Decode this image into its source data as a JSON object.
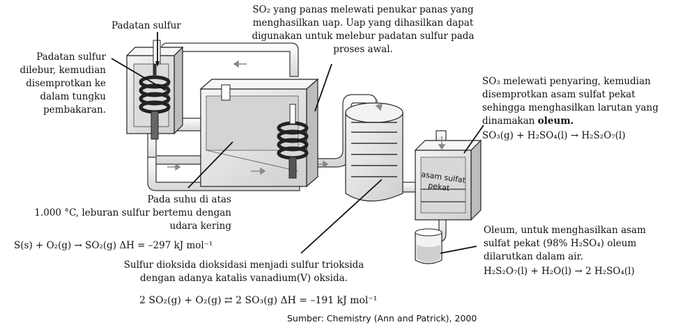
{
  "labels": {
    "solid_sulfur": "Padatan sulfur",
    "melt_note": [
      "Padatan sulfur",
      "dilebur, kemudian",
      "disemprotkan ke",
      "dalam tungku",
      "pembakaran."
    ],
    "so2_note": [
      "SO₂ yang panas melewati penukar panas yang",
      "menghasilkan uap. Uap yang dihasilkan dapat",
      "digunakan untuk melebur padatan sulfur pada",
      "proses awal."
    ],
    "so3_note": [
      "SO₃ melewati penyaring, kemudian",
      "disemprotkan asam sulfat pekat",
      "sehingga menghasilkan larutan yang",
      "dinamakan oleum."
    ],
    "eq_oleum": "SO₃(g) + H₂SO₄(l) → H₂S₂O₇(l)",
    "dry_air_note": [
      "Pada suhu di atas",
      "1.000 °C, leburan sulfur bertemu dengan",
      "udara kering"
    ],
    "eq_burn": "S(s) + O₂(g) → SO₂(g) ΔH = –297 kJ mol⁻¹",
    "oxidation_note": [
      "Sulfur dioksida dioksidasi menjadi sulfur trioksida",
      "dengan adanya katalis vanadium(V) oksida."
    ],
    "eq_oxidation": "2 SO₂(g) + O₂(g) ⇄ 2 SO₃(g) ΔH = –191 kJ mol⁻¹",
    "oleum_note": [
      "Oleum, untuk menghasilkan asam",
      "sulfat pekat (98% H₂SO₄) oleum",
      "dilarutkan dalam air."
    ],
    "eq_dilution": "H₂S₂O₇(l) + H₂O(l) → 2 H₂SO₄(l)",
    "acid_tower": [
      "asam sulfat",
      "pekat"
    ],
    "source": "Sumber: Chemistry (Ann and Patrick), 2000"
  },
  "colors": {
    "line": "#222222",
    "vessel": "#e4e4e4",
    "coil": "#444444",
    "pipe": "#efefef"
  }
}
